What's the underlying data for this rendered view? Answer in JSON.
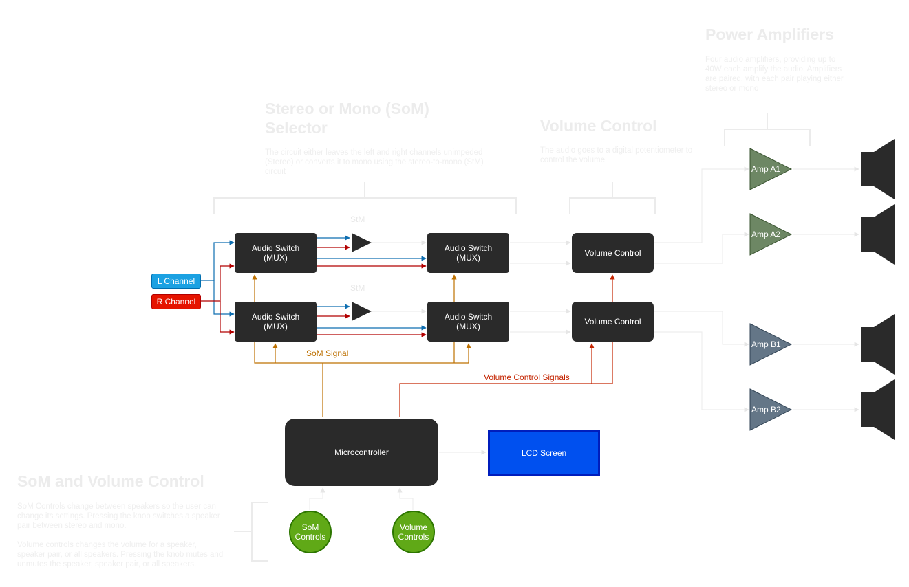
{
  "colors": {
    "block": "#2a2a2a",
    "left_channel": "#1ba1e2",
    "right_channel": "#e51400",
    "left_wire": "#0e6eb0",
    "right_wire": "#b20000",
    "som_signal": "#bd7000",
    "volume_signal": "#c42400",
    "amp_a": "#6d8764",
    "amp_b": "#647687",
    "knob": "#60a917",
    "lcd": "#0050ef",
    "faded_text": "#ececec",
    "faded_line": "#eeeeee"
  },
  "sections": {
    "power_amplifiers": {
      "title": "Power Amplifiers",
      "description": "Four audio amplifiers, providing up to 40W each amplify the audio. Amplifiers are paired, with each pair playing either stereo or mono"
    },
    "som_selector": {
      "title": "Stereo or Mono (SoM) Selector",
      "description": "The circuit either leaves the left and right channels unimpeded (Stereo) or converts it to mono using the stereo-to-mono (StM) circuit"
    },
    "volume_control": {
      "title": "Volume Control",
      "description": "The audio goes to a digital potentiometer to control the volume"
    },
    "som_and_volume": {
      "title": "SoM and Volume Control",
      "description_1": "SoM Controls change between speakers so the user can change its settings. Pressing the knob switches a speaker pair between stereo and mono.",
      "description_2": "Volume controls changes the volume for a speaker, speaker pair, or all speakers. Pressing the knob mutes and unmutes the speaker, speaker pair, or all speakers."
    }
  },
  "inputs": {
    "left": "L Channel",
    "right": "R Channel"
  },
  "stm_label": "StM",
  "blocks": {
    "audio_switch_label": "Audio Switch",
    "mux_label": "(MUX)",
    "volume_control": "Volume Control",
    "microcontroller": "Microcontroller",
    "lcd_screen": "LCD Screen"
  },
  "signals": {
    "som": "SoM Signal",
    "volume": "Volume Control Signals"
  },
  "amps": {
    "a1": "Amp A1",
    "a2": "Amp A2",
    "b1": "Amp B1",
    "b2": "Amp B2"
  },
  "controls": {
    "som_line1": "SoM",
    "som_line2": "Controls",
    "volume_line1": "Volume",
    "volume_line2": "Controls"
  }
}
